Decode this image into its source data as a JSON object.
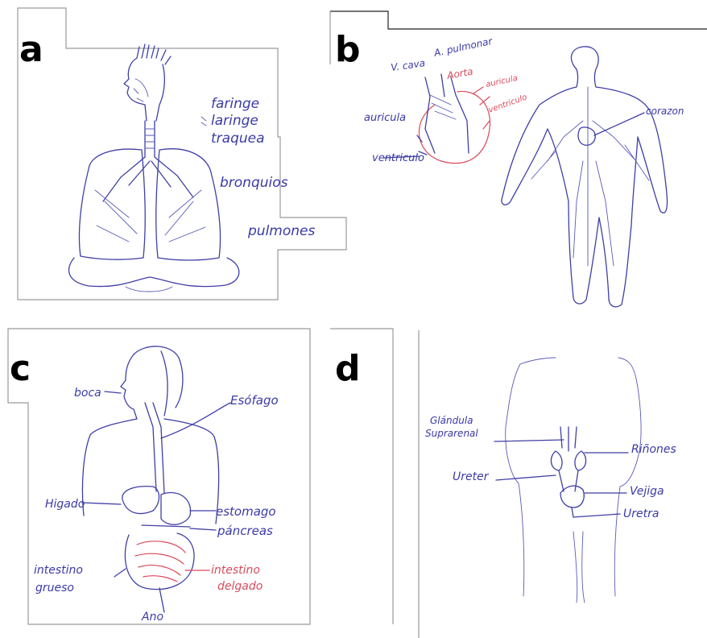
{
  "panels": {
    "a": {
      "letter": "a",
      "labels": {
        "faringe": "faringe",
        "laringe": "laringe",
        "traquea": "traquea",
        "bronquios": "bronquios",
        "pulmones": "pulmones"
      }
    },
    "b": {
      "letter": "b",
      "labels": {
        "a_pulmonar": "A. pulmonar",
        "v_cava": "V. cava",
        "aorta": "Aorta",
        "auricula_red": "auricula",
        "ventriculo_red": "ventriculo",
        "auricula": "auricula",
        "ventriculo": "ventriculo",
        "corazon": "corazon"
      }
    },
    "c": {
      "letter": "c",
      "labels": {
        "boca": "boca",
        "esofago": "Esófago",
        "higado": "Higado",
        "estomago": "estomago",
        "pancreas": "páncreas",
        "intestino_grueso_1": "intestino",
        "intestino_grueso_2": "grueso",
        "intestino_delgado_1": "intestino",
        "intestino_delgado_2": "delgado",
        "ano": "Ano"
      }
    },
    "d": {
      "letter": "d",
      "labels": {
        "glandula_1": "Glándula",
        "glandula_2": "Suprarenal",
        "rinones": "Riñones",
        "ureter": "Ureter",
        "vejiga": "Vejiga",
        "uretra": "Uretra"
      }
    }
  },
  "colors": {
    "ink_blue": "#3f3fa6",
    "ink_red": "#d94a5a",
    "letter": "#000000"
  }
}
